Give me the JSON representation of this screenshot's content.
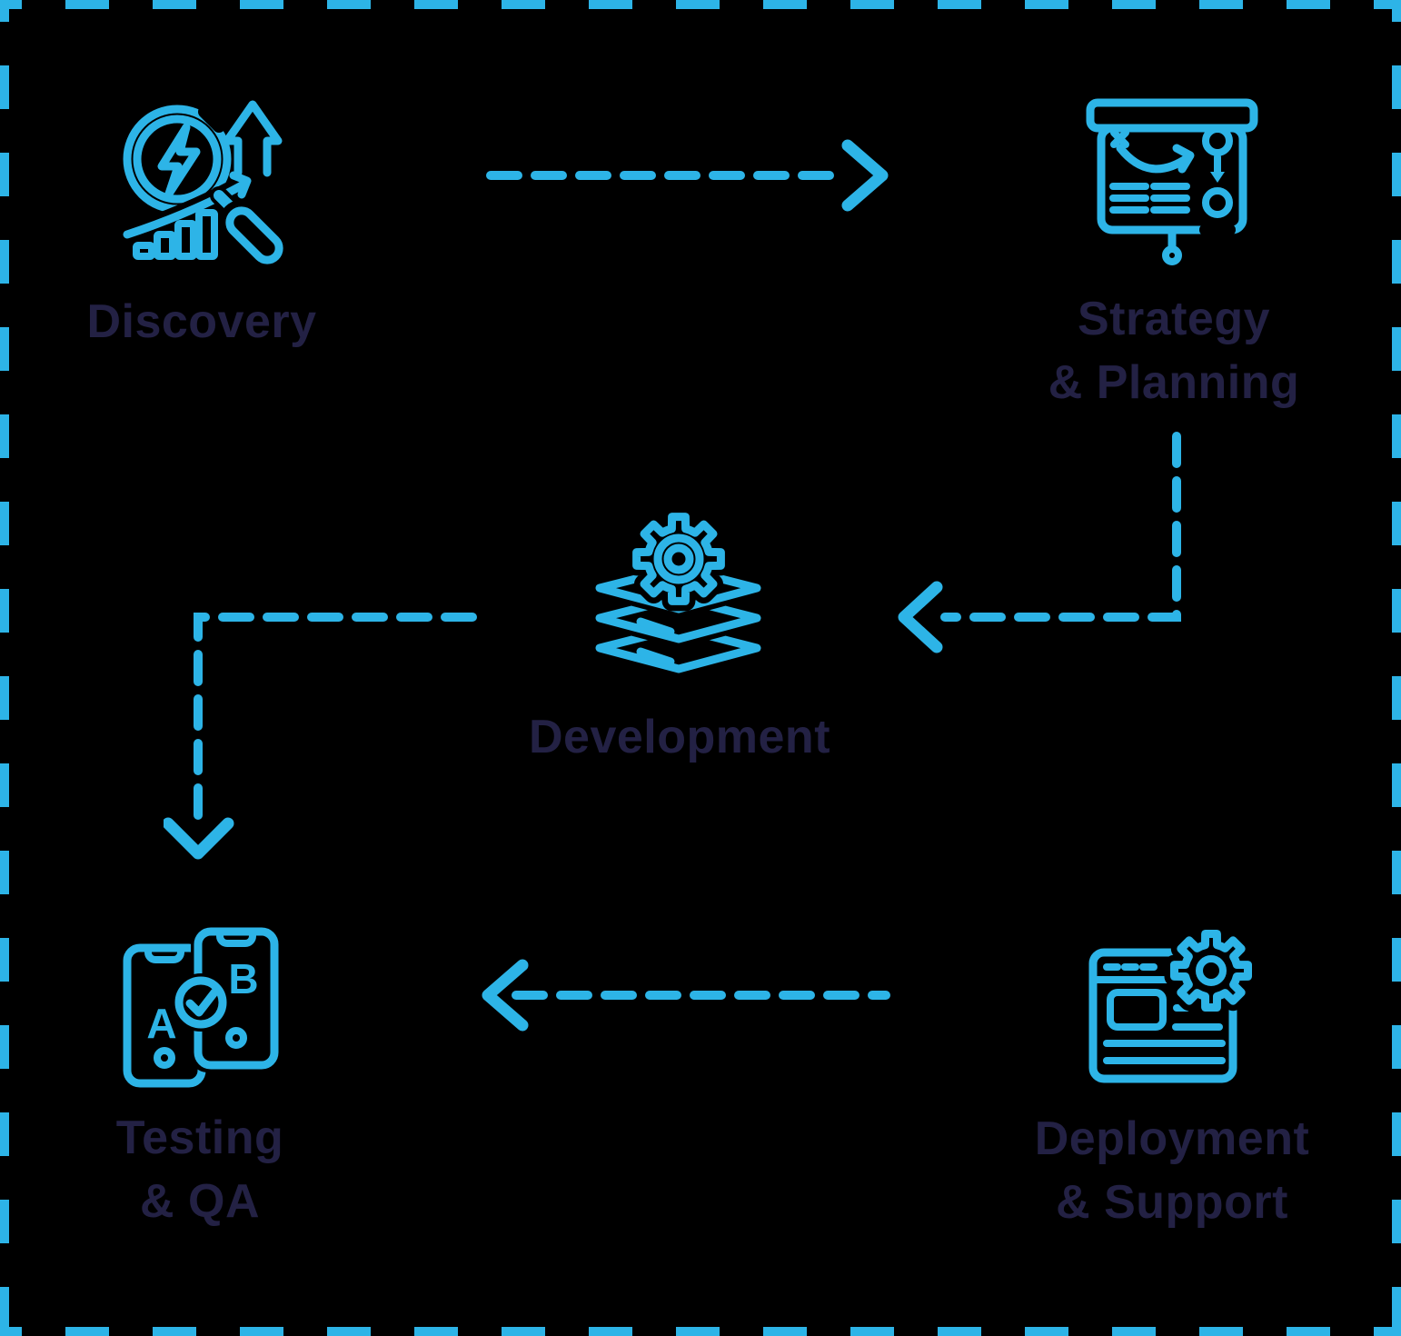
{
  "diagram": {
    "background": "#000000",
    "accent_color": "#2db4e7",
    "text_color": "#232144",
    "nodes": [
      {
        "id": "discovery",
        "label_line1": "Discovery",
        "label_line2": "",
        "icon": "magnifier-analytics-icon"
      },
      {
        "id": "strategy-planning",
        "label_line1": "Strategy",
        "label_line2": "& Planning",
        "icon": "strategy-board-icon"
      },
      {
        "id": "development",
        "label_line1": "Development",
        "label_line2": "",
        "icon": "layers-gear-icon"
      },
      {
        "id": "testing-qa",
        "label_line1": "Testing",
        "label_line2": "& QA",
        "icon": "ab-test-phones-icon"
      },
      {
        "id": "deployment-support",
        "label_line1": "Deployment",
        "label_line2": "& Support",
        "icon": "browser-gear-icon"
      }
    ],
    "connections": [
      {
        "from": "Discovery",
        "to": "Strategy & Planning",
        "style": "dashed-arrow"
      },
      {
        "from": "Strategy & Planning",
        "to": "Development",
        "style": "dashed-arrow"
      },
      {
        "from": "Development",
        "to": "Testing & QA",
        "style": "dashed-arrow"
      },
      {
        "from": "Deployment & Support",
        "to": "Testing & QA",
        "style": "dashed-arrow"
      }
    ]
  }
}
